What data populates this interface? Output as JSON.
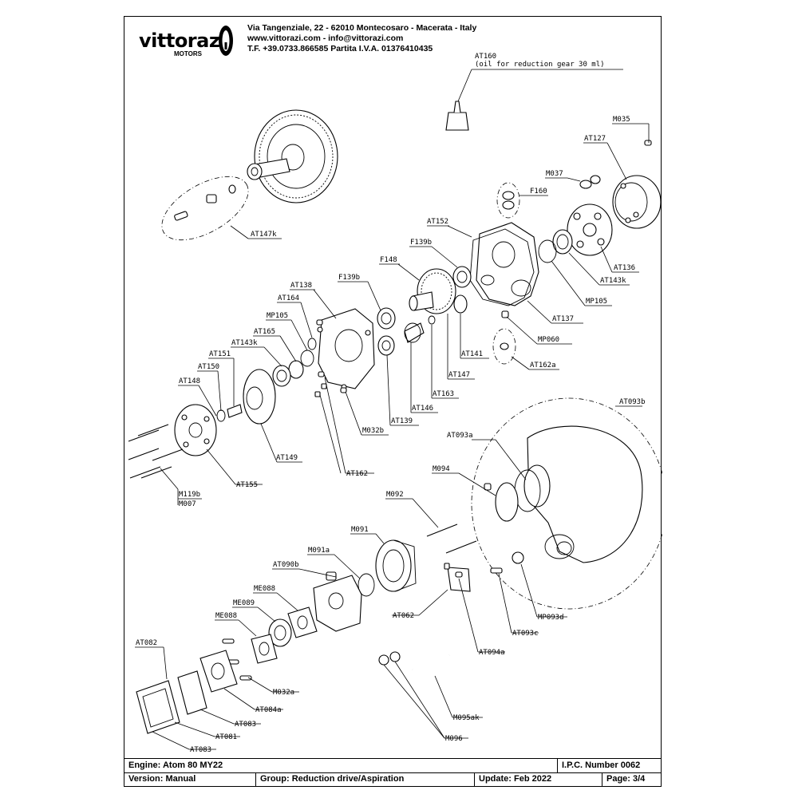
{
  "company": {
    "brand": "vittorazi",
    "brand_sub": "MOTORS",
    "address": "Via Tangenziale, 22 - 62010 Montecosaro - Macerata - Italy",
    "web": "www.vittorazi.com - info@vittorazi.com",
    "contact": "T.F. +39.0733.866585 Partita I.V.A. 01376410435"
  },
  "note": {
    "code": "AT160",
    "text": "(oil for reduction gear 30 ml)"
  },
  "labels": {
    "M035": "M035",
    "AT127": "AT127",
    "M037": "M037",
    "F160": "F160",
    "AT147k": "AT147k",
    "AT152": "AT152",
    "F139b_top": "F139b",
    "F148": "F148",
    "AT136": "AT136",
    "AT143k_top": "AT143k",
    "MP105_top": "MP105",
    "AT138": "AT138",
    "F139b": "F139b",
    "AT164": "AT164",
    "MP105": "MP105",
    "AT165": "AT165",
    "AT143k": "AT143k",
    "AT151": "AT151",
    "AT150": "AT150",
    "AT148": "AT148",
    "AT137": "AT137",
    "MP060": "MP060",
    "AT162a": "AT162a",
    "AT141": "AT141",
    "AT147": "AT147",
    "AT163": "AT163",
    "AT146": "AT146",
    "AT139": "AT139",
    "M032b": "M032b",
    "AT093b": "AT093b",
    "AT093a": "AT093a",
    "M094": "M094",
    "AT149": "AT149",
    "AT162": "AT162",
    "AT155": "AT155",
    "M119b": "M119b",
    "M007": "M007",
    "M092": "M092",
    "M091": "M091",
    "M091a": "M091a",
    "AT090b": "AT090b",
    "ME088_a": "ME088",
    "ME089": "ME089",
    "ME088_b": "ME088",
    "AT062": "AT062",
    "MP093d": "MP093d",
    "AT093c": "AT093c",
    "AT094a": "AT094a",
    "AT082": "AT082",
    "M032a": "M032a",
    "AT084a": "AT084a",
    "AT083_a": "AT083",
    "AT081": "AT081",
    "AT083_b": "AT083",
    "M095ak": "M095ak",
    "M096": "M096"
  },
  "title_block": {
    "engine": "Engine: Atom 80 MY22",
    "ipc": "I.P.C. Number 0062",
    "version": "Version: Manual",
    "group": "Group: Reduction drive/Aspiration",
    "update": "Update: Feb 2022",
    "page": "Page: 3/4"
  }
}
